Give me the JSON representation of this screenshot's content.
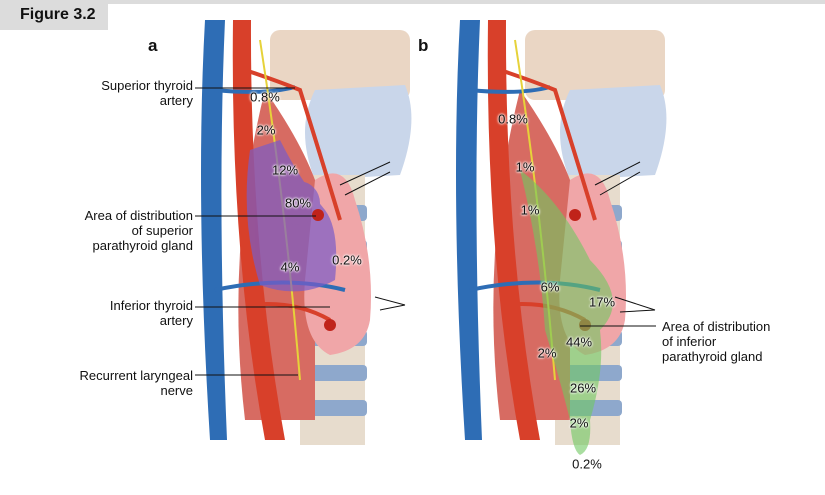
{
  "figure_label": "Figure 3.2",
  "panel_a": {
    "letter": "a",
    "labels": {
      "superior_thyroid": [
        "Superior thyroid",
        "artery"
      ],
      "area_superior": [
        "Area of distribution",
        "of superior",
        "parathyroid gland"
      ],
      "inferior_thyroid": [
        "Inferior thyroid",
        "artery"
      ],
      "recurrent_nerve": [
        "Recurrent laryngeal",
        "nerve"
      ]
    },
    "percentages": [
      "0.8%",
      "2%",
      "12%",
      "80%",
      "4%",
      "0.2%"
    ]
  },
  "panel_b": {
    "letter": "b",
    "labels": {
      "area_inferior": [
        "Area of distribution",
        "of inferior",
        "parathyroid gland"
      ]
    },
    "percentages": [
      "0.8%",
      "1%",
      "1%",
      "6%",
      "17%",
      "44%",
      "2%",
      "26%",
      "2%",
      "0.2%"
    ]
  },
  "colors": {
    "vein": "#2e6db5",
    "artery": "#d8402a",
    "thyroid": "#f0a6a8",
    "superior_zone": "#7a5cc8",
    "inferior_zone": "#7fd86a"
  }
}
